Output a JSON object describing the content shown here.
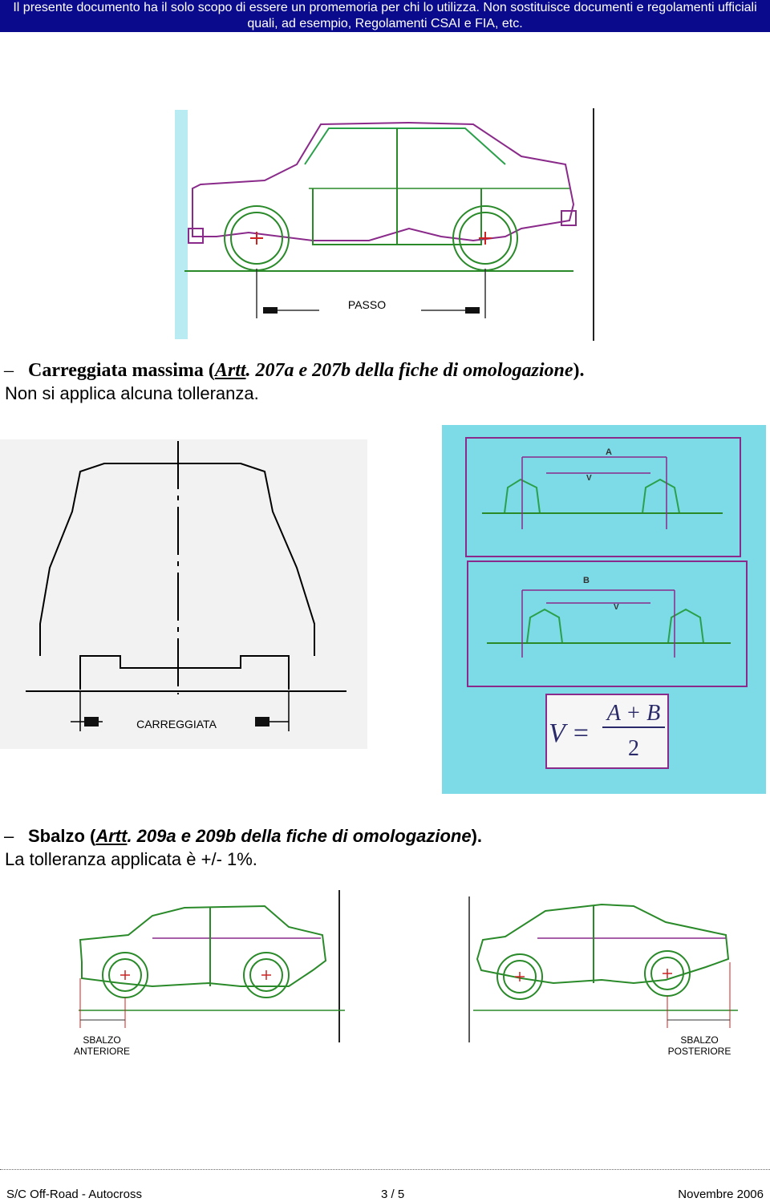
{
  "banner": {
    "line1": "Il presente documento ha il solo scopo di essere un promemoria per chi lo utilizza. Non sostituisce documenti e regolamenti ufficiali",
    "line2": "quali, ad esempio, Regolamenti CSAI e FIA, etc."
  },
  "fig_passo": {
    "label": "PASSO"
  },
  "section_carreggiata": {
    "dash": "–",
    "title": "Carreggiata massima (",
    "ref_link": "Artt",
    "ref_rest": ". 207a e 207b della fiche di omologazione",
    "close": ").",
    "note": "Non si applica alcuna tolleranza."
  },
  "fig_carreggiata": {
    "label": "CARREGGIATA"
  },
  "fig_formula": {
    "label_a": "A",
    "label_b": "B",
    "label_v": "V",
    "formula_lhs": "V =",
    "formula_num": "A + B",
    "formula_den": "2"
  },
  "section_sbalzo": {
    "dash": "–",
    "title": "Sbalzo (",
    "ref_link": "Artt",
    "ref_rest": ". 209a e 209b della fiche di omologazione",
    "close": ").",
    "note": "La tolleranza applicata è +/- 1%."
  },
  "fig_sbalzo": {
    "label_ant_1": "SBALZO",
    "label_ant_2": "ANTERIORE",
    "label_post_1": "SBALZO",
    "label_post_2": "POSTERIORE"
  },
  "footer": {
    "left": "S/C Off-Road - Autocross",
    "center": "3 / 5",
    "right": "Novembre 2006"
  }
}
